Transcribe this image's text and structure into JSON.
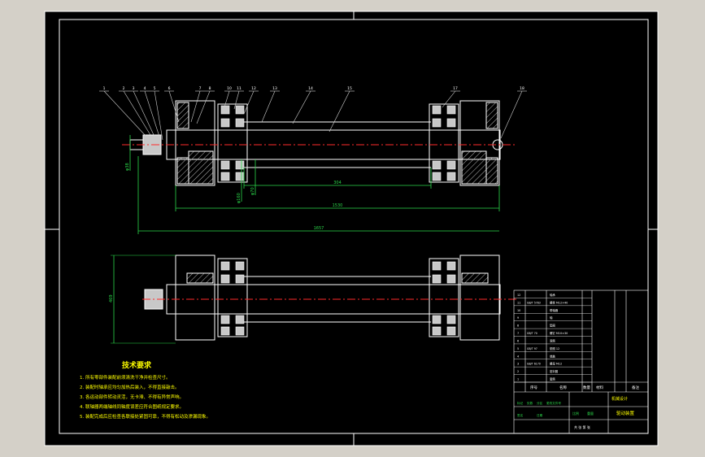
{
  "colors": {
    "background": "#000000",
    "frame": "#ffffff",
    "outline": "#ffffff",
    "centerline": "#ff2a2a",
    "dimension": "#2bd84a",
    "notes": "#ffff00",
    "hatch": "#b9b9b9",
    "bolt_fill": "#c8c8c8",
    "leader": "#cfcfcf",
    "ui_gray": "#d4d0c8"
  },
  "balloons": [
    "1",
    "2",
    "3",
    "4",
    "5",
    "6",
    "7",
    "8",
    "10",
    "11",
    "12",
    "13",
    "14",
    "15",
    "17",
    "18"
  ],
  "dimensions": {
    "inner_span": "304",
    "overall_length": "1530",
    "total_length": "1657",
    "shaft_dia": "φ70",
    "left_dia": "φ160",
    "small_dia": "φ38",
    "side_height": "469"
  },
  "notes": {
    "title": "技术要求",
    "items": [
      "1. 所有零部件装配前须清洗干净并检查尺寸。",
      "2. 装配时轴承应均匀加热后装入，不得直接敲击。",
      "3. 各运动部件转动灵活，无卡滞、不得有异常声响。",
      "4. 联轴器两端轴线同轴度误差应符合图纸规定要求。",
      "5. 装配完成后应检查各联接处紧固可靠，不得有松动及渗漏现象。"
    ]
  },
  "title_block": {
    "drawing_name": "驱动装置",
    "org": "机械设计",
    "header_cols": [
      "序号",
      "名称",
      "数量",
      "材料",
      "备注"
    ],
    "rows": [
      {
        "code": "",
        "name": "轴承"
      },
      {
        "code": "GB/T 5783",
        "name": "螺栓 M12×40"
      },
      {
        "code": "",
        "name": "联轴器"
      },
      {
        "code": "",
        "name": "轴"
      },
      {
        "code": "",
        "name": "垫圈"
      },
      {
        "code": "GB/T 70",
        "name": "螺钉 M10×30"
      },
      {
        "code": "",
        "name": "滚筒"
      },
      {
        "code": "GB/T 97",
        "name": "垫圈 12"
      },
      {
        "code": "",
        "name": "端盖"
      },
      {
        "code": "GB/T 6170",
        "name": "螺母 M12"
      },
      {
        "code": "",
        "name": "密封圈"
      },
      {
        "code": "",
        "name": "套筒"
      }
    ],
    "bottom_labels": [
      "标记",
      "处数",
      "分区",
      "更改文件号",
      "签名",
      "日期"
    ],
    "scale_label": "比例",
    "weight_label": "重量",
    "sheet_label": "共 张 第 张"
  }
}
